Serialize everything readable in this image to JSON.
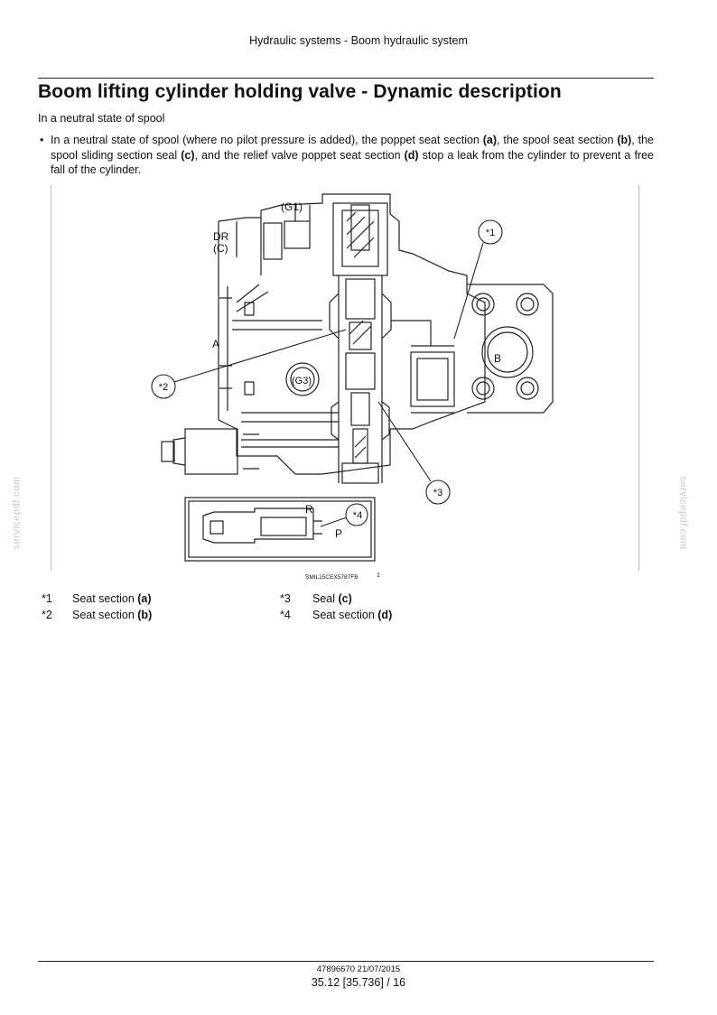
{
  "header": {
    "running_title": "Hydraulic systems - Boom hydraulic system"
  },
  "title": "Boom lifting cylinder holding valve - Dynamic description",
  "subheading": "In a neutral state of spool",
  "bullet": {
    "marker": "•",
    "t1": "In a neutral state of spool (where no pilot pressure is added), the poppet seat section ",
    "a": "(a)",
    "t2": ", the spool seat section ",
    "b": "(b)",
    "t3": ", the spool sliding section seal ",
    "c": "(c)",
    "t4": ", and the relief valve poppet seat section ",
    "d": "(d)",
    "t5": " stop a leak from the cylinder to prevent a free fall of the cylinder."
  },
  "figure": {
    "labels": {
      "g1": "(G1)",
      "dr": "DR",
      "c": "(C)",
      "a": "A",
      "b": "B",
      "g3": "(G3)",
      "r": "R",
      "p": "P",
      "c1": "*1",
      "c2": "*2",
      "c3": "*3",
      "c4": "*4"
    },
    "code": "SMIL15CEX5787FB",
    "number": "1"
  },
  "legend": [
    {
      "key": "*1",
      "text": "Seat section ",
      "bold": "(a)"
    },
    {
      "key": "*2",
      "text": "Seat section ",
      "bold": "(b)"
    },
    {
      "key": "*3",
      "text": "Seal ",
      "bold": "(c)"
    },
    {
      "key": "*4",
      "text": "Seat section ",
      "bold": "(d)"
    }
  ],
  "watermark": "servicepdf.com",
  "footer": {
    "doc": "47896670 21/07/2015",
    "page": "35.12 [35.736] / 16"
  }
}
